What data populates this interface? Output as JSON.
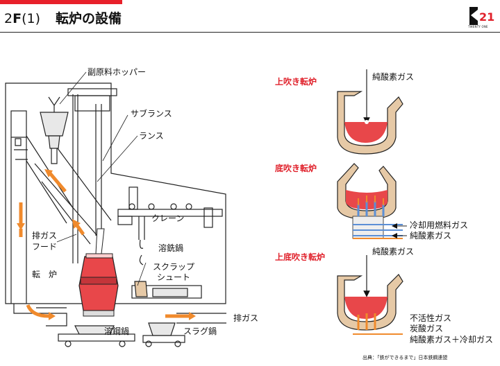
{
  "header": {
    "code_prefix": "2",
    "code_bold": "F",
    "code_suffix": "(1)",
    "title": "転炉の設備"
  },
  "logo": {
    "number": "21",
    "brand": "TWENTY ONE"
  },
  "left_diagram": {
    "hopper": "副原料ホッパー",
    "sublance": "サブランス",
    "lance": "ランス",
    "crane": "クレーン",
    "exhaust_hood_1": "排ガス",
    "exhaust_hood_2": "フード",
    "converter": "転　炉",
    "pig_ladle": "溶銑鍋",
    "scrap_chute_1": "スクラップ",
    "scrap_chute_2": "シュート",
    "exhaust_gas": "排ガス",
    "steel_ladle": "溶鋼鍋",
    "slag_pot": "スラグ鍋"
  },
  "right_diagram": {
    "top_blown": "上吹き転炉",
    "top_gas": "純酸素ガス",
    "bottom_blown": "底吹き転炉",
    "bottom_gas_1": "冷却用燃料ガス",
    "bottom_gas_2": "純酸素ガス",
    "combined_blown": "上底吹き転炉",
    "combined_top_gas": "純酸素ガス",
    "combined_gas_1": "不活性ガス",
    "combined_gas_2": "炭酸ガス",
    "combined_gas_3": "純酸素ガス＋冷却ガス"
  },
  "source": "出典：「鉄ができるまで」日本鉄鋼連盟",
  "colors": {
    "accent_red": "#e0202a",
    "flow_orange": "#f08a2c",
    "converter_red": "#e8474a",
    "refractory": "#e6c9a6",
    "blue_nozzle": "#5b8fd6"
  }
}
